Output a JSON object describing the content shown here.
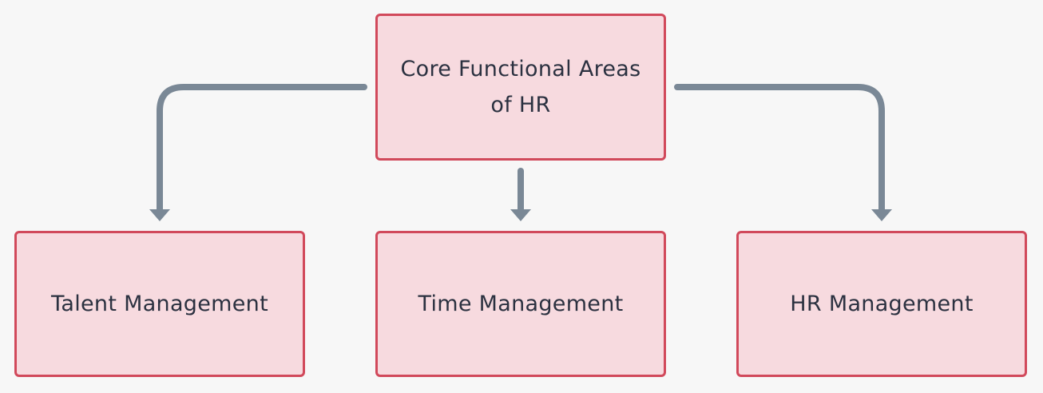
{
  "diagram": {
    "root": {
      "label": "Core Functional Areas of HR"
    },
    "children": [
      {
        "label": "Talent Management"
      },
      {
        "label": "Time Management"
      },
      {
        "label": "HR Management"
      }
    ],
    "colors": {
      "background": "#f7f7f7",
      "node_fill": "#f7dadf",
      "node_border": "#d1495b",
      "connector": "#7a8896",
      "text": "#2b3140"
    }
  }
}
